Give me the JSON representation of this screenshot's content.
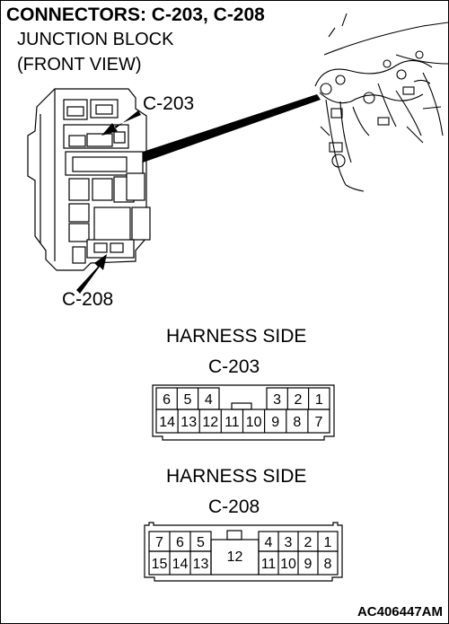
{
  "title": "CONNECTORS: C-203, C-208",
  "subtitle_line1": "JUNCTION BLOCK",
  "subtitle_line2": "(FRONT VIEW)",
  "callouts": {
    "c203": "C-203",
    "c208": "C-208"
  },
  "connector_c203": {
    "heading": "HARNESS SIDE",
    "label": "C-203",
    "top_row": [
      "6",
      "5",
      "4",
      "3",
      "2",
      "1"
    ],
    "bottom_row": [
      "14",
      "13",
      "12",
      "11",
      "10",
      "9",
      "8",
      "7"
    ]
  },
  "connector_c208": {
    "heading": "HARNESS SIDE",
    "label": "C-208",
    "top_row": [
      "7",
      "6",
      "5",
      "4",
      "3",
      "2",
      "1"
    ],
    "center": "12",
    "bottom_row": [
      "15",
      "14",
      "13",
      "11",
      "10",
      "9",
      "8"
    ]
  },
  "figure_code": "AC406447AM"
}
